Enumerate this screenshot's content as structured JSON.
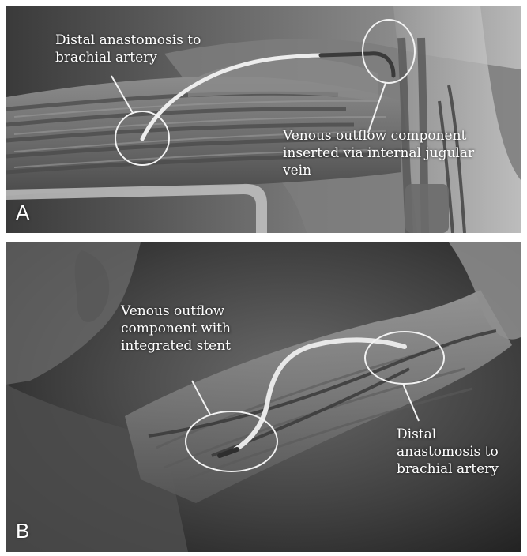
{
  "panels": [
    {
      "letter": "A",
      "labels": {
        "distal_anastomosis": [
          "Distal anastomosis to",
          "brachial artery"
        ],
        "venous_outflow": [
          "Venous outflow component",
          "inserted via internal jugular",
          "vein"
        ]
      }
    },
    {
      "letter": "B",
      "labels": {
        "venous_outflow": [
          "Venous outflow",
          "component with",
          "integrated stent"
        ],
        "distal_anastomosis": [
          "Distal",
          "anastomosis to",
          "brachial artery"
        ]
      }
    }
  ],
  "colors": {
    "frame": "#000000",
    "callout": "#f2f2f2",
    "graft": "#eeeeee",
    "text": "#ffffff"
  }
}
